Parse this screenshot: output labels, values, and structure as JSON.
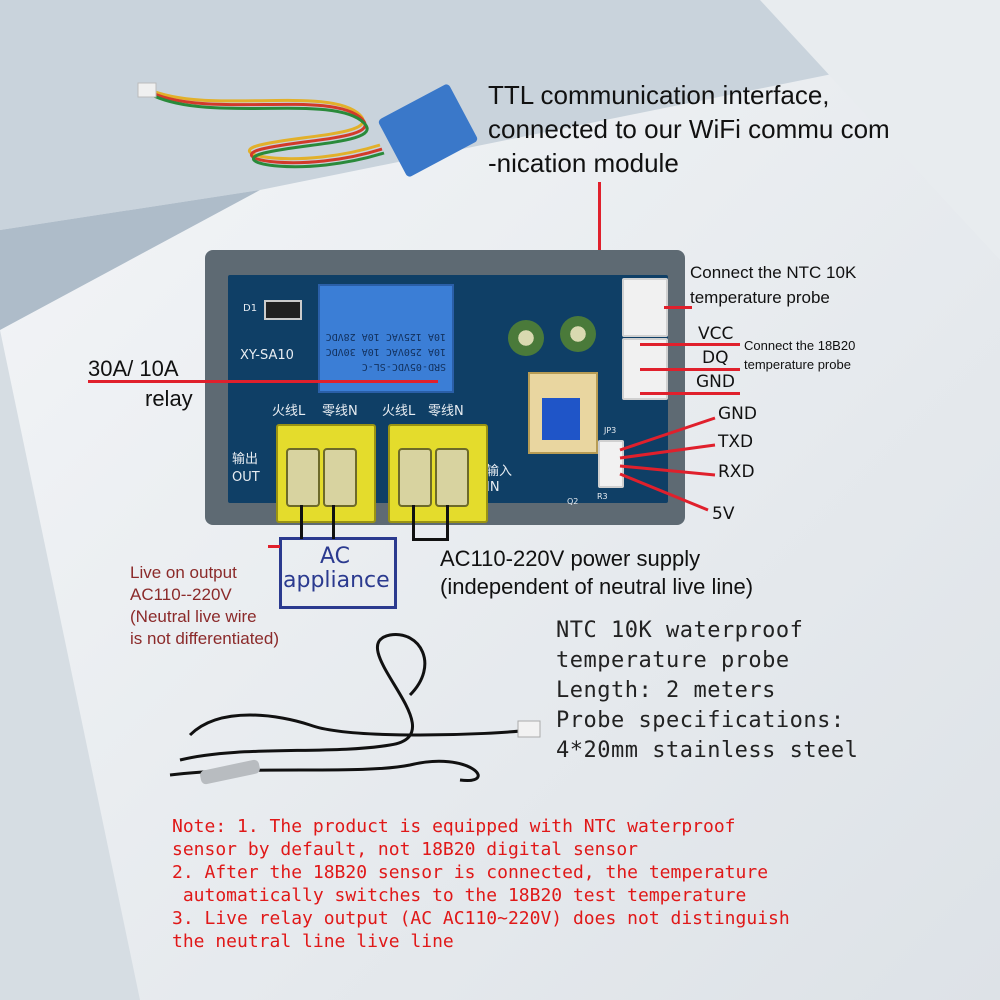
{
  "colors": {
    "red": "#e0202c",
    "navy": "#2b3a8f",
    "note_red": "#e01818",
    "probe_text": "#222222"
  },
  "wifi_callout": {
    "lines": [
      "TTL communication interface,",
      "connected to our WiFi commu com",
      "-nication module"
    ]
  },
  "relay_callout": {
    "line1": "30A/ 10A",
    "line2": "relay"
  },
  "board": {
    "model": "XY-SA10",
    "d1": "D1",
    "relay_lines": [
      "SRD-05VDC-SL-C",
      "10A 250VAC 10A 30VDC",
      "10A 125VAC 10A 28VDC"
    ],
    "out_terminal": {
      "live": "火线L",
      "neutral": "零线N",
      "label_cn": "输出",
      "label_en": "OUT"
    },
    "in_terminal": {
      "live": "火线L",
      "neutral": "零线N",
      "label_cn": "输入",
      "label_en": "IN"
    },
    "jp3": "JP3",
    "q2": "Q2",
    "r3": "R3"
  },
  "ntc_connector": {
    "line1": "Connect the NTC 10K",
    "line2": "temperature probe"
  },
  "ds18b20_connector": {
    "pins": [
      "VCC",
      "DQ",
      "GND"
    ],
    "line1": "Connect the 18B20",
    "line2": "temperature probe"
  },
  "ttl_pins": [
    "GND",
    "TXD",
    "RXD",
    "5V"
  ],
  "ac_appliance": {
    "line1": "AC",
    "line2": "appliance"
  },
  "live_output": {
    "lines": [
      "Live on output",
      "AC110--220V",
      "(Neutral live wire",
      "is not differentiated)"
    ]
  },
  "power_supply": {
    "line1": "AC110-220V power supply",
    "line2": "(independent of neutral live line)"
  },
  "probe_spec": {
    "lines": [
      "NTC 10K waterproof",
      "temperature probe",
      "Length: 2 meters",
      "Probe specifications:",
      "4*20mm stainless steel"
    ]
  },
  "note": {
    "lines": [
      "Note: 1. The product is equipped with NTC waterproof",
      "sensor by default, not 18B20 digital sensor",
      "2. After the 18B20 sensor is connected, the temperature",
      " automatically switches to the 18B20 test temperature",
      "3. Live relay output (AC AC110~220V) does not distinguish",
      "the neutral line live line"
    ]
  }
}
